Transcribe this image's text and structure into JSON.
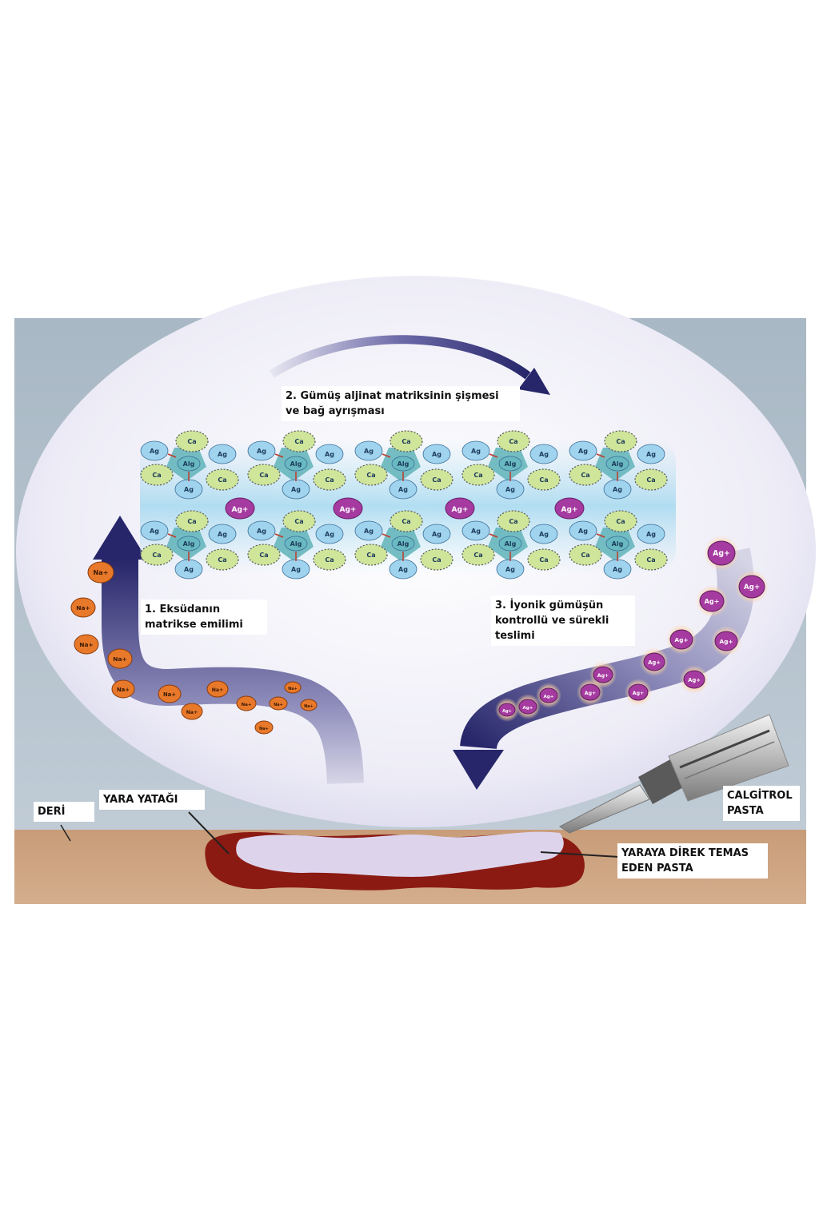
{
  "steps": {
    "step1": [
      "1. Eksüdanın",
      "matrikse emilimi"
    ],
    "step2": [
      "2. Gümüş aljinat matriksinin şişmesi",
      "ve bağ ayrışması"
    ],
    "step3": [
      "3. İyonik gümüşün",
      "kontrollü ve sürekli",
      "teslimi"
    ]
  },
  "labels": {
    "deri": "DERİ",
    "yara_yatagi": "YARA YATAĞI",
    "calgitrol": [
      "CALGİTROL",
      "PASTA"
    ],
    "pasta": [
      "YARAYA DİREK TEMAS",
      "EDEN PASTA"
    ]
  },
  "molecules": {
    "ag": "Ag",
    "ca": "Ca",
    "alg": "Alg",
    "ag_ion": "Ag+",
    "na_ion": "Na+"
  },
  "colors": {
    "background": "#a8b6c2",
    "bubble": "#eceaf6",
    "arrow": "#2b2a6e",
    "skin": "#c9a07e",
    "wound": "#8b1a12",
    "paste": "#ddd4ec",
    "ag_molecule": "#9fd3ee",
    "ca_molecule": "#cfe59a",
    "ag_ion": "#a53aa0",
    "na_ion": "#e8792a"
  }
}
